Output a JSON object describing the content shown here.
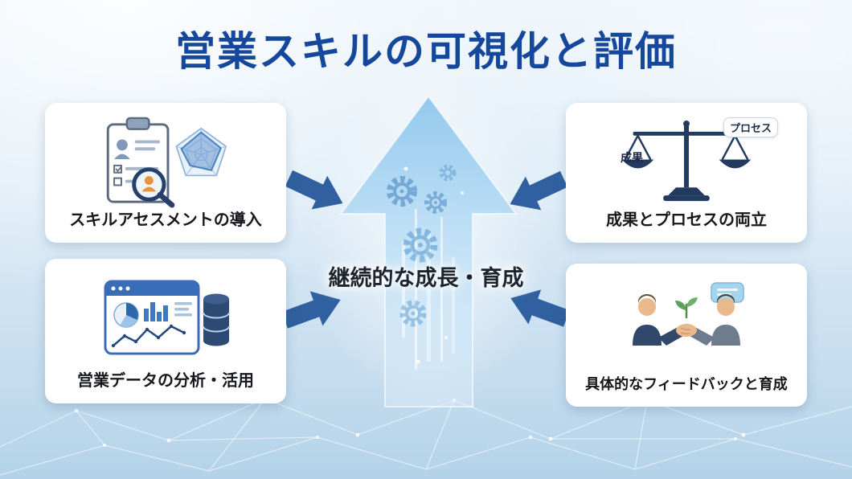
{
  "title": "営業スキルの可視化と評価",
  "center": {
    "label": "継続的な成長・育成"
  },
  "cards": {
    "top_left": {
      "label": "スキルアセスメントの導入",
      "icon": "clipboard-radar-assessment-icon"
    },
    "top_right": {
      "label": "成果とプロセスの両立",
      "icon": "balance-scale-icon",
      "scale_left_label": "成果",
      "scale_right_label": "プロセス"
    },
    "bottom_left": {
      "label": "営業データの分析・活用",
      "icon": "sales-data-dashboard-icon"
    },
    "bottom_right": {
      "label": "具体的なフィードバックと育成",
      "icon": "handshake-feedback-icon"
    }
  },
  "colors": {
    "title_text": "#15479d",
    "connector_arrow": "#30609f",
    "center_arrow_fill": "#a9d4f0",
    "card_background": "#ffffff",
    "label_text": "#16181c",
    "background_top": "#eaf3fb",
    "background_bottom": "#b4d2e8"
  }
}
